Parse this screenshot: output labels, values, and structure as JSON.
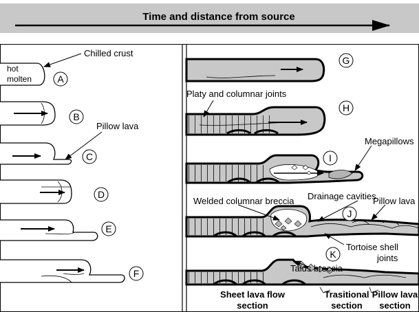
{
  "banner": {
    "title": "Time and distance from source"
  },
  "left_panel": {
    "annotations": {
      "hot_molten": [
        "hot",
        "molten"
      ],
      "chilled_crust": "Chilled crust",
      "pillow_lava": "Pillow lava"
    },
    "stages": [
      "A",
      "B",
      "C",
      "D",
      "E",
      "F"
    ]
  },
  "right_panel": {
    "stages": [
      "G",
      "H",
      "I",
      "J",
      "K"
    ],
    "annotations": {
      "platy_joints": "Platy and columnar joints",
      "megapillows": "Megapillows",
      "welded_breccia": "Welded columnar breccia",
      "drainage_cavities": "Drainage cavities",
      "pillow_lava": "Pillow lava",
      "tortoise_joints": [
        "Tortoise shell",
        "joints"
      ],
      "talus_breccia": "Talus breccia"
    },
    "sections": {
      "sheet": [
        "Sheet lava flow",
        "section"
      ],
      "transitional": [
        "Trasitional",
        "section"
      ],
      "pillow": [
        "Pillow lava",
        "section"
      ]
    }
  },
  "colors": {
    "banner": "#c8c8c8",
    "flow_fill": "#c8c8c8",
    "breccia": "#b4b4b4",
    "line": "#000000"
  }
}
